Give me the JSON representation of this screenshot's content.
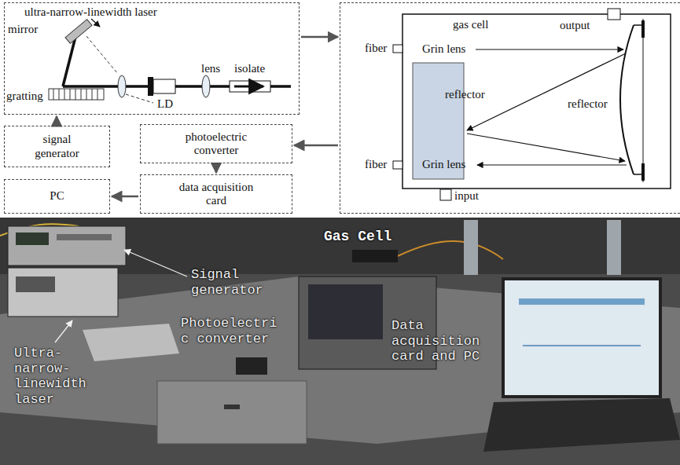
{
  "diagram": {
    "nodes": [
      {
        "text": [
          "ultra-narrow-linewidth laser"
        ]
      },
      {
        "text": [
          "gas cell"
        ]
      },
      {
        "text": [
          "photoelectric converter"
        ]
      },
      {
        "text": [
          "data acquisition card"
        ]
      },
      {
        "text": [
          "signal generator"
        ]
      },
      {
        "text": [
          "PC"
        ]
      }
    ],
    "edges": [
      {
        "from": 0,
        "to": 1,
        "arrow": "to"
      },
      {
        "from": 1,
        "to": 2,
        "arrow": "to"
      },
      {
        "from": 2,
        "to": 3,
        "arrow": "to"
      },
      {
        "from": 3,
        "to": 5,
        "arrow": "to"
      },
      {
        "from": 4,
        "to": 0,
        "arrow": "to"
      }
    ],
    "labels": [
      "mirror",
      "gratting",
      "LD",
      "lens",
      "isolate",
      "output",
      "fiber",
      "Grin lens",
      "reflector",
      "reflector",
      "fiber",
      "Grin lens",
      "input",
      "Gas Cell",
      "Signal generator",
      "Photoelectri c converter",
      "Ultra- narrow- linewidth laser",
      "Data acquisition card and PC"
    ]
  }
}
